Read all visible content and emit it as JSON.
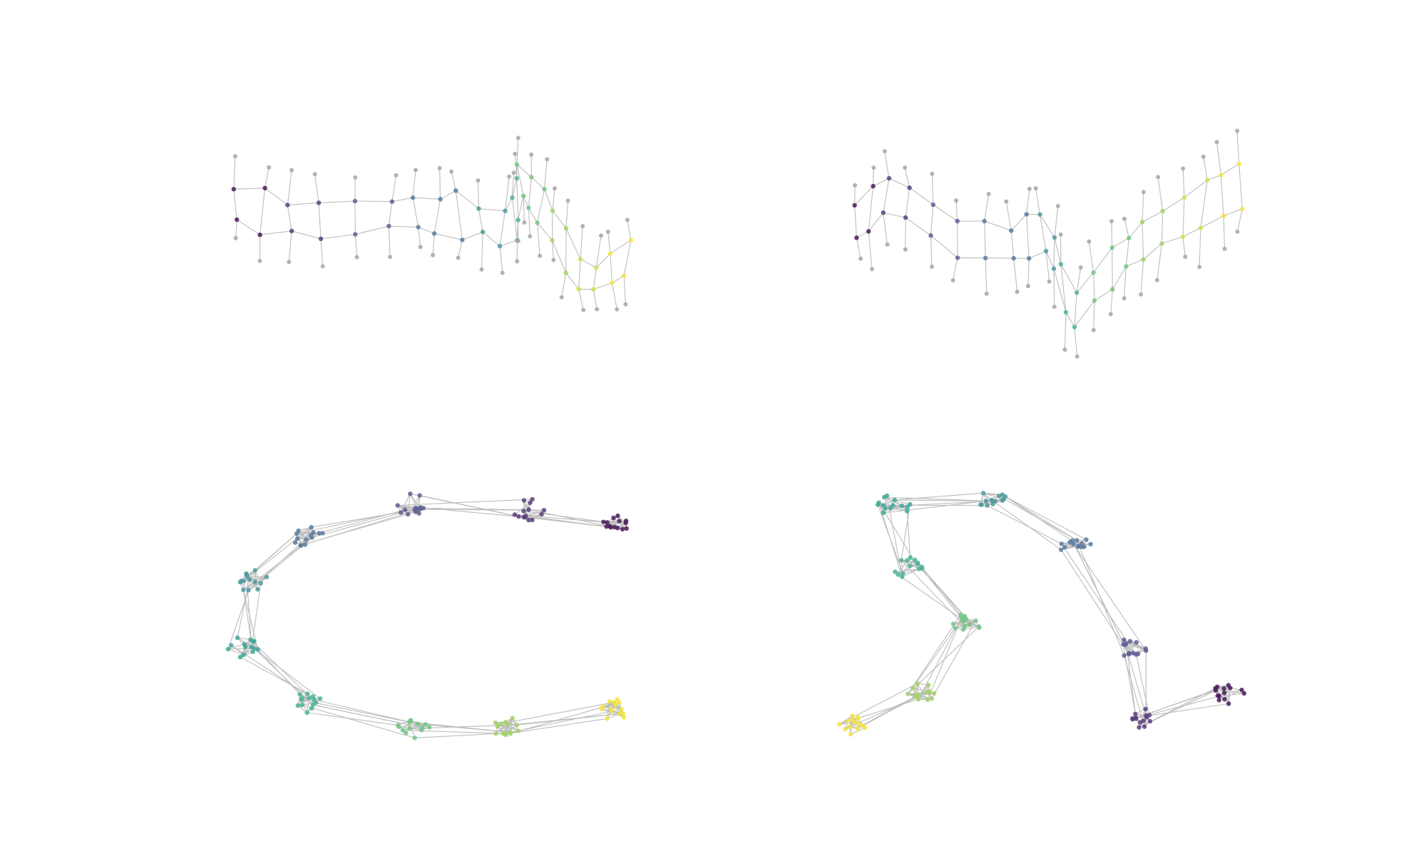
{
  "figure": {
    "background": "#ffffff",
    "edge_color": "#bdbdbd",
    "unlabeled_node_color": "#a6a6a6"
  },
  "graphs": [
    {
      "id": "top-left",
      "kind": "chain-of-ladders",
      "description_text": "",
      "segments": 22,
      "color_scale": [
        "#4a1b5a",
        "#5b3f7f",
        "#5f5f95",
        "#5b7c9e",
        "#4f9aa0",
        "#4fb39a",
        "#74c585",
        "#a5d26a",
        "#d8dd4f",
        "#f4e542"
      ]
    },
    {
      "id": "top-right",
      "kind": "chain-of-ladders",
      "description_text": "",
      "segments": 22,
      "color_scale": [
        "#4a1b5a",
        "#5b3f7f",
        "#5f5f95",
        "#5b7c9e",
        "#4f9aa0",
        "#4fb39a",
        "#74c585",
        "#a5d26a",
        "#d8dd4f",
        "#f4e542"
      ]
    },
    {
      "id": "bottom-left",
      "kind": "chain-of-cliques",
      "description_text": "",
      "clusters": 10,
      "color_scale": [
        "#4a1b5a",
        "#5b3f7f",
        "#5f5f95",
        "#5b7c9e",
        "#4f9aa0",
        "#3fa79a",
        "#4fb39a",
        "#74c585",
        "#a5d26a",
        "#f4e542"
      ]
    },
    {
      "id": "bottom-right",
      "kind": "chain-of-cliques",
      "description_text": "",
      "clusters": 10,
      "color_scale": [
        "#4a1b5a",
        "#5b3f7f",
        "#5f5f95",
        "#5b7c9e",
        "#4f9aa0",
        "#3fa79a",
        "#4fb39a",
        "#74c585",
        "#a5d26a",
        "#f4e542"
      ]
    }
  ]
}
